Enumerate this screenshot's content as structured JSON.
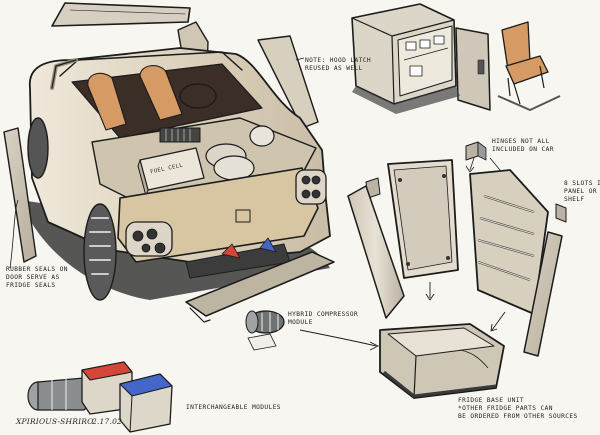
{
  "notes": {
    "hood_latch": [
      "NOTE: HOOD LATCH",
      "REUSED AS WELL"
    ],
    "hinges": [
      "HINGES NOT ALL",
      "INCLUDED ON CAR"
    ],
    "slots": [
      "8 SLOTS IN",
      "PANEL OR",
      "SHELF"
    ],
    "rubber_seals": [
      "RUBBER SEALS ON",
      "DOOR SERVE AS",
      "FRIDGE SEALS"
    ],
    "compressor": [
      "HYBRID COMPRESSOR",
      "MODULE"
    ],
    "fridge_base": [
      "FRIDGE BASE UNIT",
      "*OTHER FRIDGE PARTS CAN",
      "BE ORDERED FROM OTHER SOURCES"
    ],
    "modules": "INTERCHANGEABLE MODULES",
    "signature": "XPIRIOUS-SHRIRO",
    "date": "2.17.02"
  },
  "labels": {
    "fuel_cell": "FUEL CELL"
  },
  "colors": {
    "ink": "#1c1c1c",
    "paper": "#f8f6f0",
    "body_tan": "#d8cbb2",
    "seat_orange": "#d69a65",
    "marker_red": "#d4463a",
    "marker_blue": "#4466c8"
  }
}
